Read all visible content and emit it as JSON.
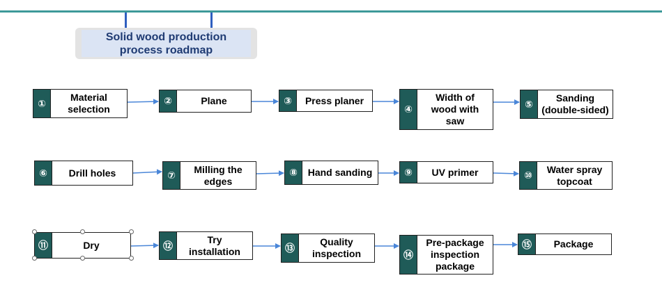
{
  "title_lines": [
    "Solid wood production",
    "process roadmap"
  ],
  "colors": {
    "accent_line": "#3d9999",
    "number_bg": "#1f5b58",
    "arrow": "#4a86d8",
    "title_text": "#1f3b73"
  },
  "steps": [
    {
      "num": "①",
      "lines": [
        "Material",
        "selection"
      ]
    },
    {
      "num": "②",
      "lines": [
        "Plane"
      ]
    },
    {
      "num": "③",
      "lines": [
        "Press planer"
      ]
    },
    {
      "num": "④",
      "lines": [
        "Width of",
        "wood with",
        "saw"
      ]
    },
    {
      "num": "⑤",
      "lines": [
        "Sanding",
        "(double-sided)"
      ]
    },
    {
      "num": "⑥",
      "lines": [
        "Drill holes"
      ]
    },
    {
      "num": "⑦",
      "lines": [
        "Milling the",
        "edges"
      ]
    },
    {
      "num": "⑧",
      "lines": [
        "Hand sanding"
      ]
    },
    {
      "num": "⑨",
      "lines": [
        "UV primer"
      ]
    },
    {
      "num": "⑩",
      "lines": [
        "Water spray",
        "topcoat"
      ]
    },
    {
      "num": "⑪",
      "lines": [
        "Dry"
      ]
    },
    {
      "num": "⑫",
      "lines": [
        "Try",
        "installation"
      ]
    },
    {
      "num": "⑬",
      "lines": [
        "Quality",
        "inspection"
      ]
    },
    {
      "num": "⑭",
      "lines": [
        "Pre-package",
        "inspection",
        "package"
      ]
    },
    {
      "num": "⑮",
      "lines": [
        "Package"
      ]
    }
  ]
}
